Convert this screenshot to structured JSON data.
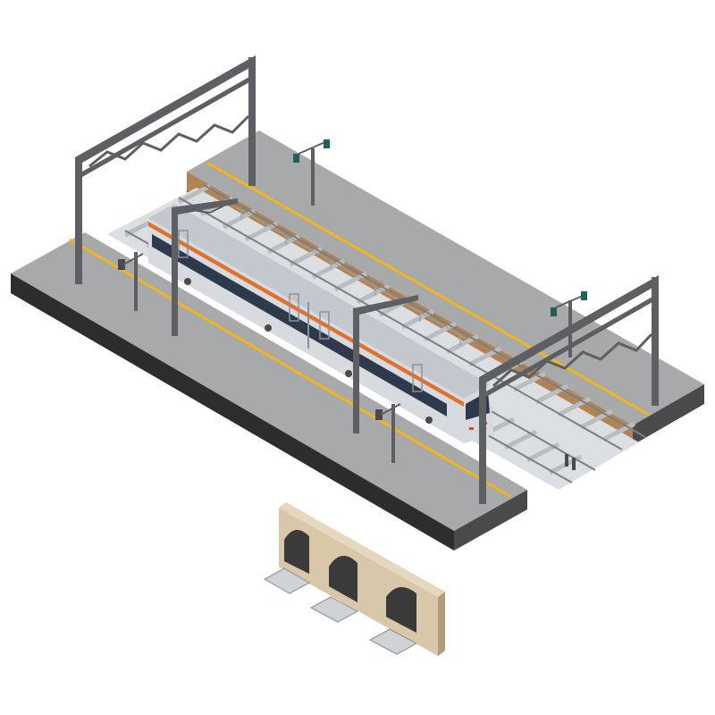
{
  "scene": {
    "subject": "isometric-railway-station",
    "objects": [
      "far-platform",
      "near-platform",
      "tracks",
      "electric-train",
      "overhead-gantry",
      "lamp-post",
      "signal",
      "railing",
      "tunnel-portal"
    ],
    "colors": {
      "background": "#ffffff",
      "platform-top": "#a7a9ab",
      "platform-side": "#4a4a4c",
      "platform-side-dark": "#2d2d2f",
      "safety-line": "#f2b51c",
      "platform-edge-brown": "#b08457",
      "ballast": "#dcdfe1",
      "sleeper": "#b9bdc0",
      "rail": "#7b7f83",
      "gantry": "#5d5f62",
      "train-body": "#d7dadf",
      "train-window": "#2e3a4c",
      "train-stripe": "#e0702a",
      "train-roof": "#c4c8ce",
      "train-light": "#e8412c",
      "tunnel-stone": "#d9c7a9",
      "tunnel-stone-dark": "#b39c7b",
      "tunnel-inside": "#3a3a3a",
      "lamp-glass": "#1f5f5c"
    }
  }
}
